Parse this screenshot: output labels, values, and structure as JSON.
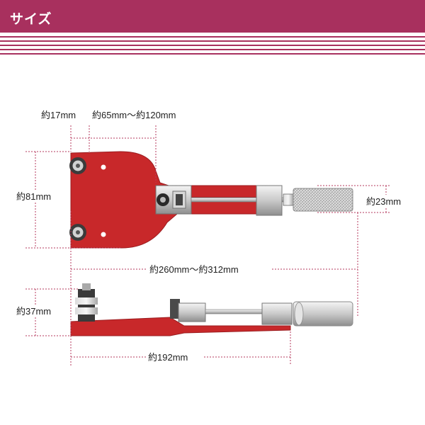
{
  "header": {
    "title": "サイズ"
  },
  "colors": {
    "accent": "#a8305e",
    "tool_red": "#c8282a",
    "dim_line": "#b43a5e"
  },
  "dimensions": {
    "flange_width": "約17mm",
    "clamp_range": "約65mm～約120mm",
    "height_top": "約81mm",
    "knob_diameter": "約23mm",
    "total_length": "約260mm～約312mm",
    "height_side": "約37mm",
    "base_length": "約192mm"
  }
}
